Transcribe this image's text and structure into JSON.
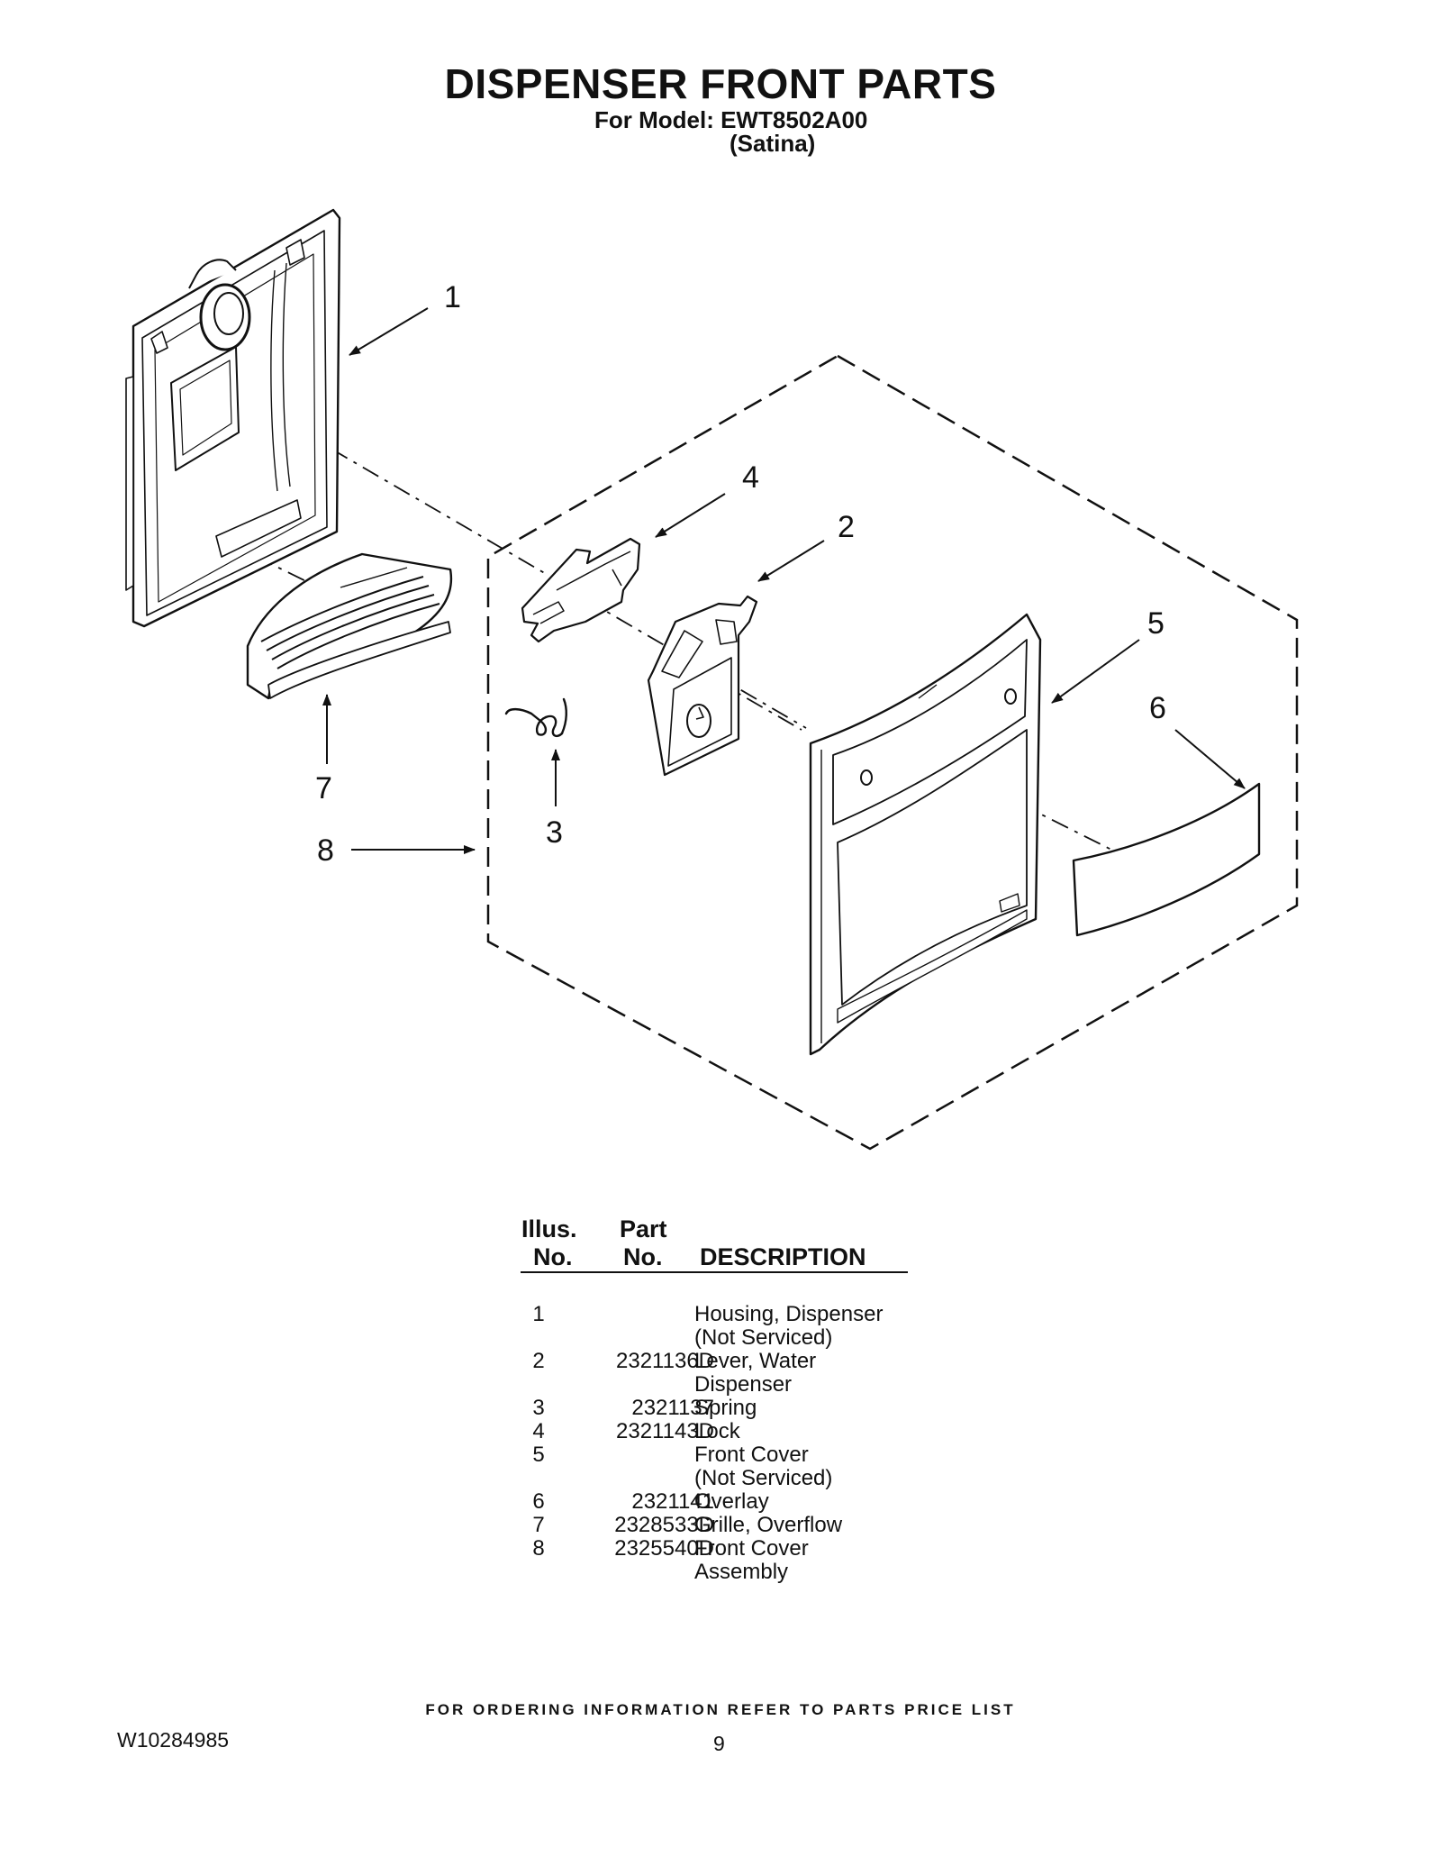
{
  "header": {
    "title": "DISPENSER FRONT PARTS",
    "model_line": "For Model: EWT8502A00",
    "variant": "(Satina)"
  },
  "callouts": [
    "1",
    "2",
    "3",
    "4",
    "5",
    "6",
    "7",
    "8"
  ],
  "table": {
    "headers": {
      "illus_top": "Illus.",
      "illus_bottom": "No.",
      "part_top": "Part",
      "part_bottom": "No.",
      "description": "DESCRIPTION"
    },
    "rows": [
      {
        "no": "1",
        "part": "",
        "desc": "Housing, Dispenser"
      },
      {
        "no": "",
        "part": "",
        "desc": "(Not Serviced)"
      },
      {
        "no": "2",
        "part": "2321136D",
        "desc": "Lever, Water"
      },
      {
        "no": "",
        "part": "",
        "desc": "Dispenser"
      },
      {
        "no": "3",
        "part": "2321137",
        "desc": "Spring"
      },
      {
        "no": "4",
        "part": "2321143D",
        "desc": "Lock"
      },
      {
        "no": "5",
        "part": "",
        "desc": "Front Cover"
      },
      {
        "no": "",
        "part": "",
        "desc": "(Not Serviced)"
      },
      {
        "no": "6",
        "part": "2321141",
        "desc": "Overlay"
      },
      {
        "no": "7",
        "part": "2328533D",
        "desc": "Grille, Overflow"
      },
      {
        "no": "8",
        "part": "2325540D",
        "desc": "Front Cover"
      },
      {
        "no": "",
        "part": "",
        "desc": "Assembly"
      }
    ]
  },
  "footer": {
    "ordering_note": "FOR ORDERING INFORMATION REFER TO PARTS PRICE LIST",
    "doc_number": "W10284985",
    "page_number": "9"
  }
}
